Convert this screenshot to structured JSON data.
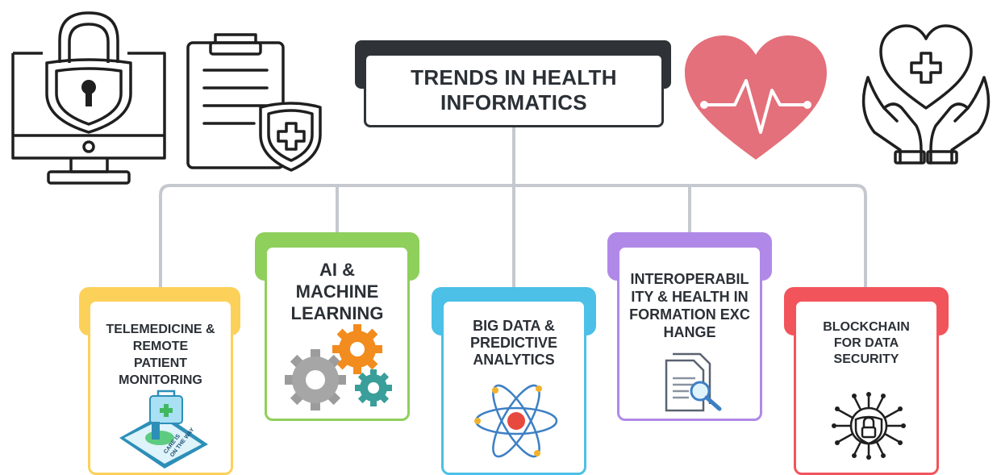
{
  "title": "TRENDS IN HEALTH INFORMATICS",
  "icons": [
    "computer-lock-icon",
    "clipboard-shield-icon",
    "heartbeat-icon",
    "hands-heart-icon"
  ],
  "colors": {
    "dark": "#2f3337",
    "connector": "#c5c9cf",
    "telemedicine": "#fcd15a",
    "ai": "#8fcf5c",
    "bigdata": "#4cc0e6",
    "interop": "#b089e8",
    "blockchain": "#f2545b",
    "heart": "#e3707a"
  },
  "cards": [
    {
      "id": "telemedicine",
      "label": "TELEMEDICINE & REMOTE PATIENT MONITORING",
      "icon": "phone-medkit-icon",
      "sticker_text": "CARE IS ON THE WAY"
    },
    {
      "id": "ai",
      "label": "AI & MACHINE LEARNING",
      "icon": "gears-icon"
    },
    {
      "id": "bigdata",
      "label": "BIG DATA & PREDICTIVE ANALYTICS",
      "icon": "atom-icon"
    },
    {
      "id": "interop",
      "label": "INTEROPERABIL ITY & HEALTH INFORMATION EXCHANGE",
      "icon": "document-search-icon"
    },
    {
      "id": "blockchain",
      "label": "BLOCKCHAIN FOR DATA SECURITY",
      "icon": "circuit-lock-icon"
    }
  ]
}
